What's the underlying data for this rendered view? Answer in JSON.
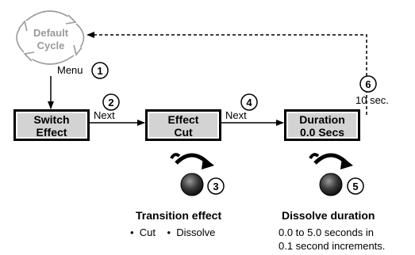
{
  "default_cycle": {
    "line1": "Default",
    "line2": "Cycle"
  },
  "menu_label": "Menu",
  "next_label_1": "Next",
  "next_label_2": "Next",
  "timeout_label": "10 sec.",
  "boxes": [
    {
      "line1": "Switch",
      "line2": "Effect"
    },
    {
      "line1": "Effect",
      "line2": "Cut"
    },
    {
      "line1": "Duration",
      "line2": "0.0 Secs"
    }
  ],
  "steps": [
    "1",
    "2",
    "3",
    "4",
    "5",
    "6"
  ],
  "transition": {
    "title": "Transition effect",
    "options": "•  Cut    •  Dissolve"
  },
  "dissolve": {
    "title": "Dissolve duration",
    "line1": "0.0 to 5.0 seconds in",
    "line2": "0.1 second increments."
  }
}
